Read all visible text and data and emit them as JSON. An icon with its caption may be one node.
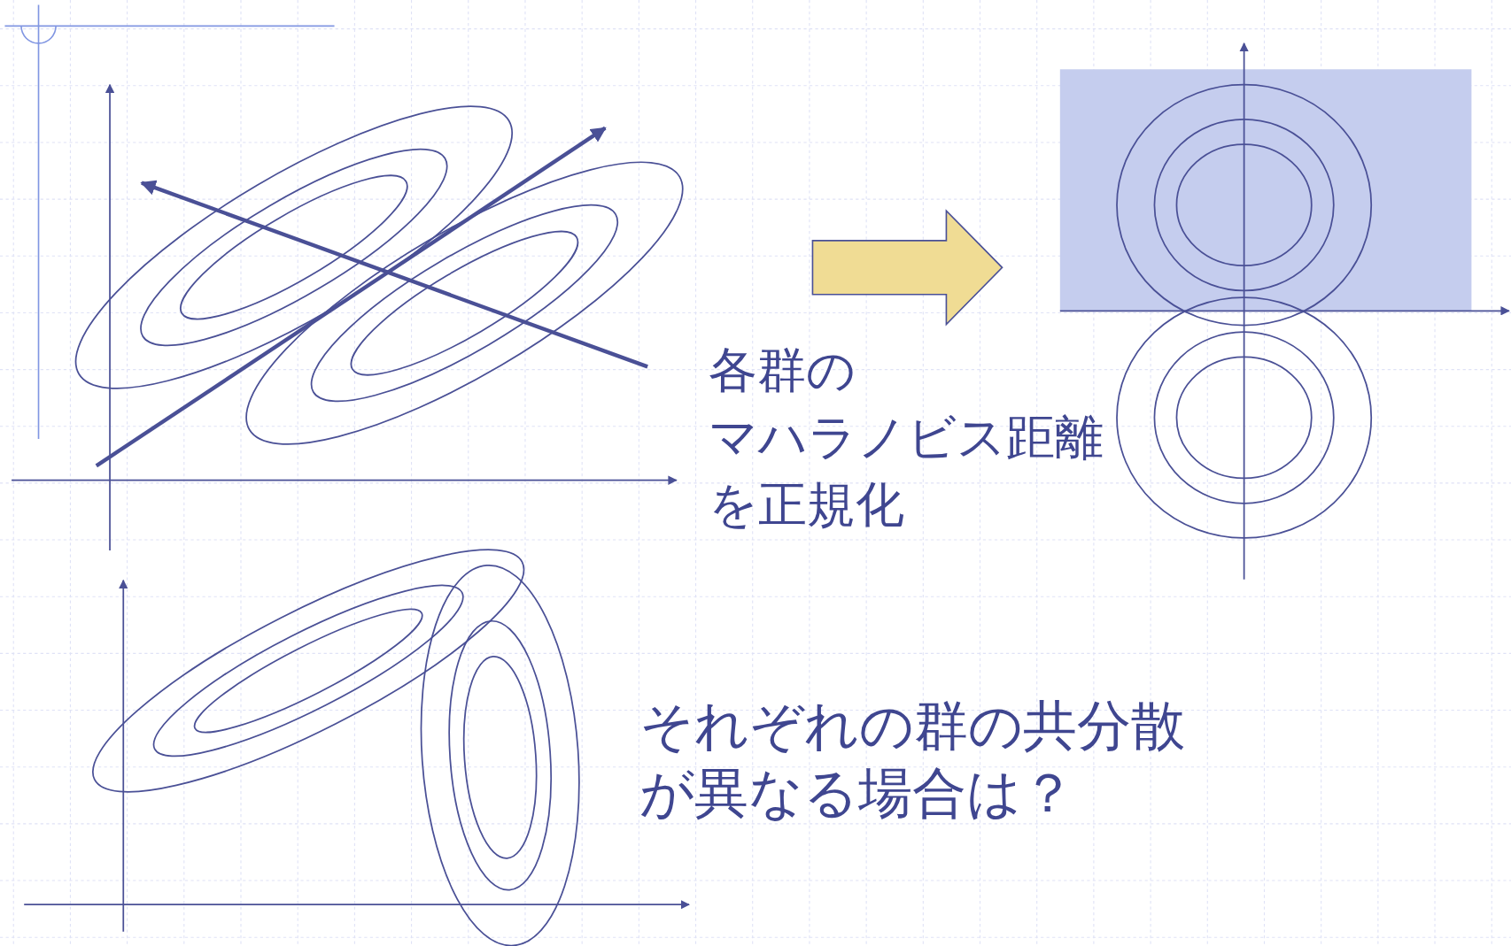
{
  "diagram": {
    "nodes": [
      {
        "text": [],
        "shape": "picture"
      },
      {
        "text": [],
        "shape": "picture"
      }
    ],
    "edges": [
      {
        "from": 0,
        "to": 1,
        "arrow": "to"
      }
    ],
    "labels": [
      "各群のマハラノビス距離を正規化",
      "それぞれの群の共分散が異なる場合は？"
    ]
  }
}
